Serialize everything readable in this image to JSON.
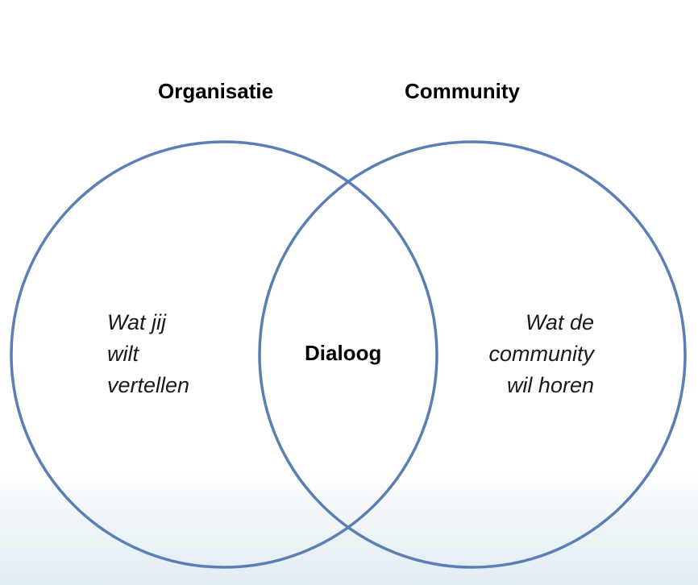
{
  "colors": {
    "circle_stroke": "#5b7fb4",
    "background_bottom": "#e1ecf2"
  },
  "sets": {
    "left": {
      "title": "Organisatie",
      "text_lines": [
        "Wat jij",
        "wilt",
        "vertellen"
      ]
    },
    "right": {
      "title": "Community",
      "text_lines": [
        "Wat de",
        "community",
        "wil horen"
      ]
    }
  },
  "overlap": {
    "label": "Dialoog"
  }
}
